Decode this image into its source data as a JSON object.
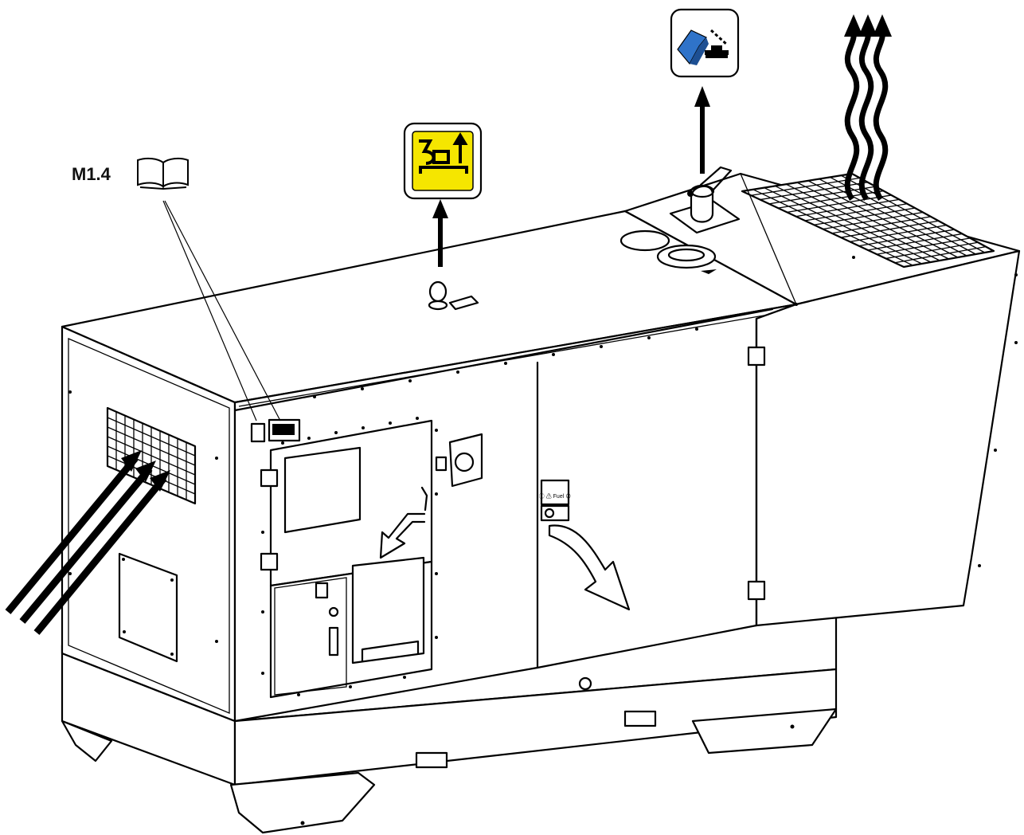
{
  "manual_reference": {
    "label": "M1.4",
    "icon": "book-icon"
  },
  "pictograms": [
    {
      "name": "lifting-point-pictogram",
      "icon": "hook-lifting-icon",
      "background": "#f5e600"
    },
    {
      "name": "fuel-cap-pictogram",
      "icon": "fuel-fill-icon",
      "accent": "#2f73c9"
    }
  ],
  "flows": [
    {
      "name": "air-intake-arrows",
      "count": 3
    },
    {
      "name": "hot-air-exhaust-arrows",
      "count": 3
    }
  ],
  "door_labels": [
    {
      "name": "door-warning-label",
      "text": "Ⓔ ⚠ Fuel ⊘"
    }
  ],
  "colors": {
    "line": "#000000",
    "background": "#ffffff",
    "lifting_sign": "#f5e600",
    "fuel_sign": "#2f73c9"
  }
}
